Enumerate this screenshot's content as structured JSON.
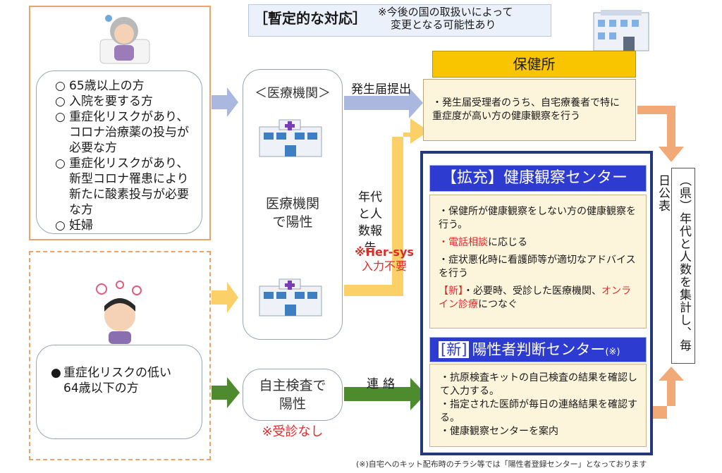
{
  "header": {
    "main": "［暫定的な対応］",
    "note_line1": "※今後の国の取扱いによって",
    "note_line2": "変更となる可能性あり"
  },
  "criteria": {
    "items": [
      "65歳以上の方",
      "入院を要する方",
      "重症化リスクがあり、コロナ治療薬の投与が必要な方",
      "重症化リスクがあり、新型コロナ罹患により新たに酸素投与が必要な方",
      "妊婦"
    ]
  },
  "low_risk": {
    "line1": "重症化リスクの低い",
    "line2": "64歳以下の方"
  },
  "medical": {
    "title": "＜医療機関＞",
    "positive_line1": "医療機関",
    "positive_line2": "で陽性"
  },
  "self_test": {
    "line1": "自主検査で",
    "line2": "陽性",
    "no_consult": "※受診なし"
  },
  "labels": {
    "report": "発生届提出",
    "age_report": "年代と人数報告",
    "hersys_line1": "※Her-sys",
    "hersys_line2": "入力不要",
    "contact": "連絡"
  },
  "health_center": {
    "title": "保健所",
    "body": "・発生届受理者のうち、自宅療養者で特に重症度が高い方の健康観察を行う"
  },
  "observation_center": {
    "title": "【拡充】健康観察センター",
    "item1": "・保健所が健康観察をしない方の健康観察を行う。",
    "item2_red": "・電話相談",
    "item2_rest": "に応じる",
    "item3": "・症状悪化時に看護師等が適切なアドバイスを行う",
    "item4_tag": "【新】",
    "item4_a": "・必要時、受診した医療機関、",
    "item4_red": "オンライン診療",
    "item4_b": "につなぐ"
  },
  "positive_center": {
    "title_tag": "[新]",
    "title_main": "陽性者判断センター",
    "title_note": "(※)",
    "item1": "・抗原検査キットの自己検査の結果を確認して入力する。",
    "item2": "・指定された医師が毎日の連絡結果を確認する。",
    "item3": "・健康観察センターを案内"
  },
  "prefecture": {
    "text": "（県）年代と人数を集計し、毎日公表"
  },
  "footnote": "(※)自宅へのキット配布時のチラシ等では「陽性者登録センター」となっております",
  "colors": {
    "orange_frame": "#e8a46b",
    "health_center_header": "#f9c400",
    "center_title_blue": "#2d3bd0",
    "navy_frame": "#243a78",
    "arrow_blue": "#aab8e0",
    "arrow_yellow": "#fcd068",
    "arrow_green": "#4e8a2e",
    "arrow_orange": "#f1a978",
    "alert_red": "#e02a2a"
  }
}
